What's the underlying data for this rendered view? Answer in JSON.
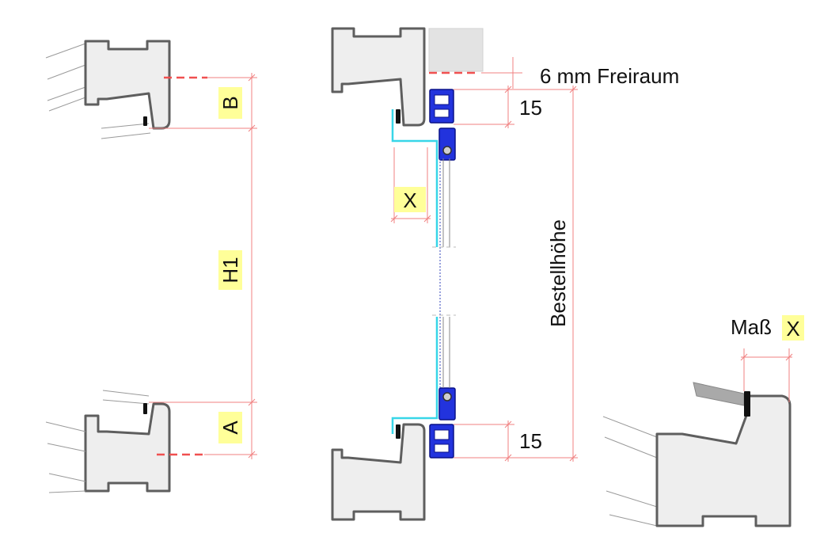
{
  "labels": {
    "top_dim": "B",
    "middle_dim": "H1",
    "bottom_dim": "A",
    "gap_dim": "X",
    "freiraum": "6 mm Freiraum",
    "rail_top": "15",
    "rail_bottom": "15",
    "order_height": "Bestellhöhe",
    "detail_prefix": "Maß",
    "detail_var": "X"
  },
  "colors": {
    "dimension": "#f08080",
    "highlight": "#ffff99",
    "profile_fill": "#eeeeee",
    "profile_stroke": "#5e5e5e",
    "rail": "#2233dd",
    "panel_edge": "#38d6e8"
  }
}
